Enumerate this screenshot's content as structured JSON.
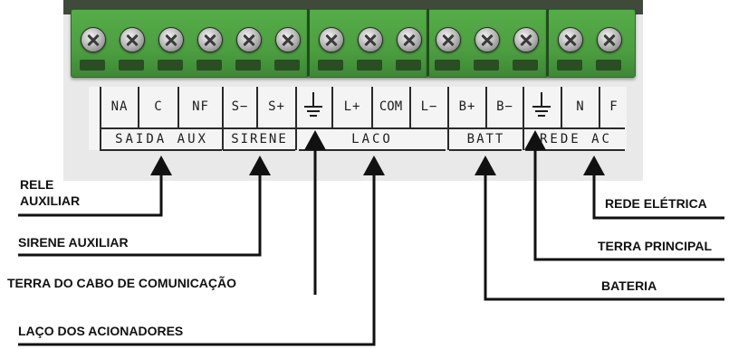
{
  "terminal_labels": {
    "na": "NA",
    "c": "C",
    "nf": "NF",
    "s_minus": "S−",
    "s_plus": "S+",
    "l_plus": "L+",
    "com": "COM",
    "l_minus": "L−",
    "b_plus": "B+",
    "b_minus": "B−",
    "n": "N",
    "f": "F"
  },
  "group_labels": {
    "saida_aux": "SAIDA AUX",
    "sirene": "SIRENE",
    "laco": "LACO",
    "batt": "BATT",
    "rede_ac": "REDE AC"
  },
  "annotations": {
    "rele_auxiliar_line1": "RELE",
    "rele_auxiliar_line2": "AUXILIAR",
    "sirene_auxiliar": "SIRENE AUXILIAR",
    "terra_cabo": "TERRA DO CABO DE COMUNICAÇÃO",
    "laco_acionadores": "LAÇO DOS ACIONADORES",
    "rede_eletrica": "REDE ELÉTRICA",
    "terra_principal": "TERRA PRINCIPAL",
    "bateria": "BATERIA"
  },
  "colors": {
    "terminal_green": "#4c9f40",
    "label_background": "#f4f4f4",
    "ink": "#111111"
  },
  "icons": {
    "ground": "ground-symbol-icon",
    "screw": "screw-icon",
    "arrow": "arrow-up-icon"
  }
}
